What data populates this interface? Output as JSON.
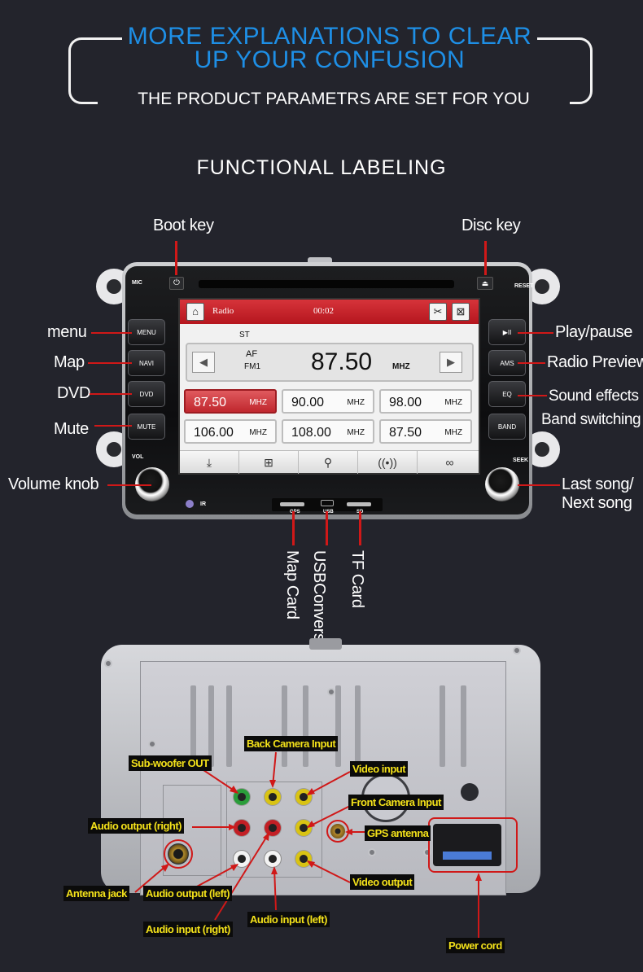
{
  "header": {
    "headline_line1": "MORE EXPLANATIONS TO CLEAR",
    "headline_line2": "UP YOUR CONFUSION",
    "subline": "THE PRODUCT PARAMETRS ARE SET FOR YOU"
  },
  "section_title": "FUNCTIONAL LABELING",
  "front_labels": {
    "boot_key": "Boot key",
    "disc_key": "Disc key",
    "menu": "menu",
    "map": "Map",
    "dvd": "DVD",
    "mute": "Mute",
    "volume_knob": "Volume knob",
    "play_pause": "Play/pause",
    "radio_preview": "Radio Preview",
    "sound_effects": "Sound effects",
    "band_switching": "Band switching",
    "last_song": "Last song/",
    "next_song": "Next song",
    "map_card": "Map Card",
    "usb_line1": "USB",
    "usb_line2": "Conversion",
    "tf_card": "TF Card"
  },
  "unit": {
    "mic": "MIC",
    "reset": "RESET",
    "vol": "VOL",
    "seek": "SEEK",
    "ir": "IR",
    "gps_slot": "GPS",
    "usb_slot": "USB",
    "sd_slot": "SD",
    "left_buttons": [
      "MENU",
      "NAVI",
      "DVD",
      "MUTE"
    ],
    "right_buttons": [
      "▶II",
      "AMS",
      "EQ",
      "BAND"
    ]
  },
  "screen": {
    "title": "Radio",
    "clock": "00:02",
    "stereo": "ST",
    "af": "AF",
    "band": "FM1",
    "frequency": "87.50",
    "unit": "MHZ",
    "presets": [
      {
        "freq": "87.50",
        "unit": "MHZ",
        "active": true
      },
      {
        "freq": "90.00",
        "unit": "MHZ",
        "active": false
      },
      {
        "freq": "98.00",
        "unit": "MHZ",
        "active": false
      },
      {
        "freq": "106.00",
        "unit": "MHZ",
        "active": false
      },
      {
        "freq": "108.00",
        "unit": "MHZ",
        "active": false
      },
      {
        "freq": "87.50",
        "unit": "MHZ",
        "active": false
      }
    ]
  },
  "rear_labels": {
    "back_camera_input": "Back Camera Input",
    "sub_woofer_out": "Sub-woofer OUT",
    "video_input": "Video input",
    "front_camera_input": "Front Camera Input",
    "audio_output_right": "Audio output (right)",
    "gps_antenna": "GPS antenna",
    "antenna_jack": "Antenna jack",
    "audio_output_left": "Audio output (left)",
    "video_output": "Video output",
    "audio_input_right": "Audio input (right)",
    "audio_input_left": "Audio input (left)",
    "power_cord": "Power cord"
  },
  "colors": {
    "background": "#23242c",
    "headline_blue": "#1e8fe6",
    "pointer_red": "#d01818",
    "label_yellow": "#f4e21a",
    "screen_red": "#c0272e"
  }
}
